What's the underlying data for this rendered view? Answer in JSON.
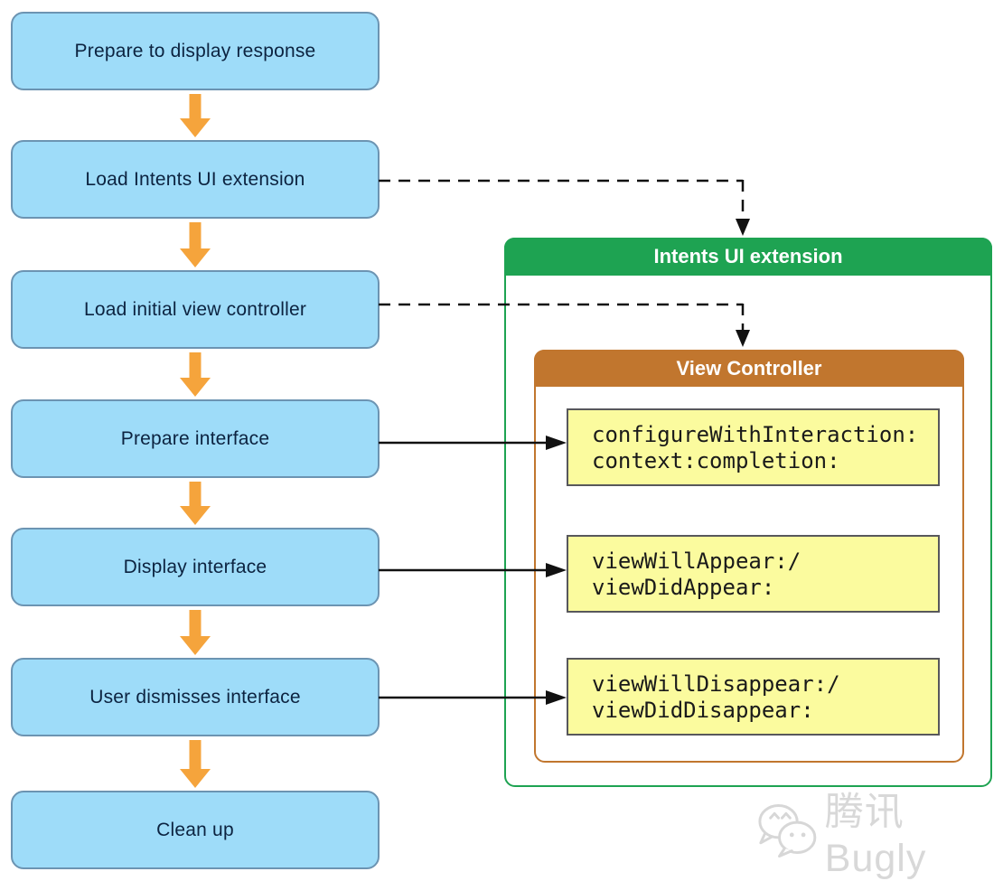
{
  "colors": {
    "step_fill": "#9EDCF9",
    "step_border": "#6C94B2",
    "step_text": "#0C2340",
    "flow_arrow_orange": "#F5A43C",
    "extension_green": "#1EA352",
    "controller_orange": "#C1762E",
    "method_fill": "#FBFB9E",
    "method_border": "#58585B",
    "connector_black": "#111111",
    "watermark_gray": "#D8D8D8"
  },
  "flow": {
    "steps": [
      {
        "label": "Prepare to display response"
      },
      {
        "label": "Load Intents UI extension"
      },
      {
        "label": "Load initial view controller"
      },
      {
        "label": "Prepare interface"
      },
      {
        "label": "Display interface"
      },
      {
        "label": "User dismisses interface"
      },
      {
        "label": "Clean up"
      }
    ]
  },
  "extension_panel": {
    "title": "Intents UI extension",
    "view_controller": {
      "title": "View Controller",
      "methods": [
        {
          "line1": "configureWithInteraction:",
          "line2": "context:completion:"
        },
        {
          "line1": "viewWillAppear:/",
          "line2": "viewDidAppear:"
        },
        {
          "line1": "viewWillDisappear:/",
          "line2": "viewDidDisappear:"
        }
      ]
    }
  },
  "watermark": {
    "text": "腾讯Bugly"
  }
}
